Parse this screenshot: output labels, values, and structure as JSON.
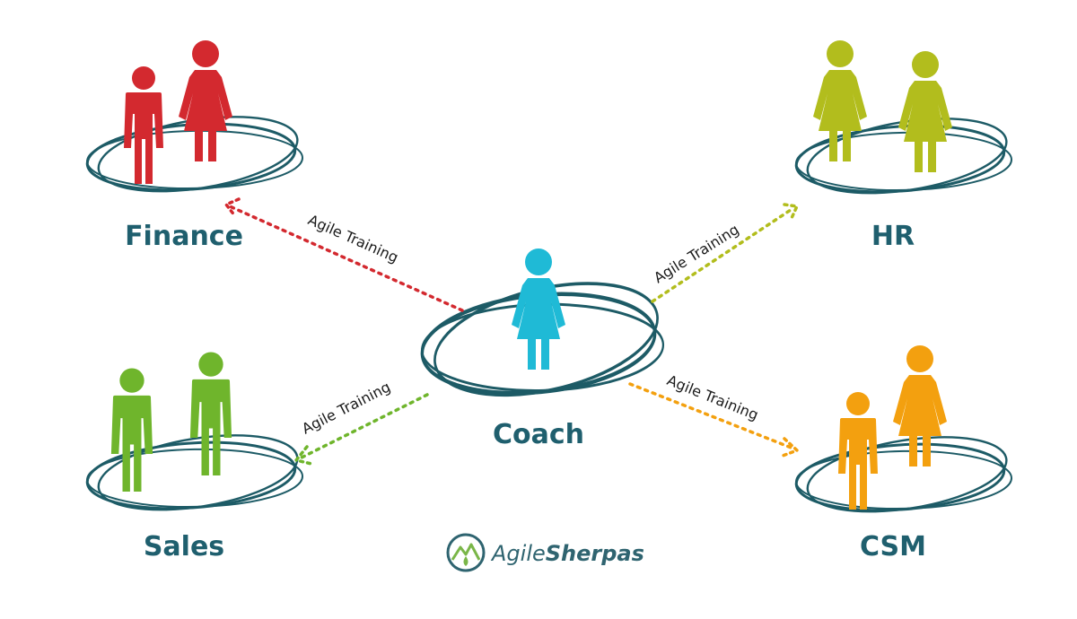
{
  "colors": {
    "ring": "#1d5b66",
    "label": "#1f5f6e",
    "finance": "#d3292f",
    "hr": "#b2bd1d",
    "sales": "#6fb52c",
    "csm": "#f3a00f",
    "coach": "#1fbad6"
  },
  "nodes": {
    "finance": {
      "label": "Finance"
    },
    "hr": {
      "label": "HR"
    },
    "sales": {
      "label": "Sales"
    },
    "csm": {
      "label": "CSM"
    },
    "coach": {
      "label": "Coach"
    }
  },
  "edges": [
    {
      "id": "coach-to-finance",
      "label": "Agile Training",
      "target": "finance",
      "color_key": "finance"
    },
    {
      "id": "coach-to-hr",
      "label": "Agile Training",
      "target": "hr",
      "color_key": "hr"
    },
    {
      "id": "coach-to-sales",
      "label": "Agile Training",
      "target": "sales",
      "color_key": "sales"
    },
    {
      "id": "coach-to-csm",
      "label": "Agile Training",
      "target": "csm",
      "color_key": "csm"
    }
  ],
  "brand": {
    "part1": "Agile",
    "part2": "Sherpas",
    "icon": "mountain-drop-logo-icon"
  }
}
